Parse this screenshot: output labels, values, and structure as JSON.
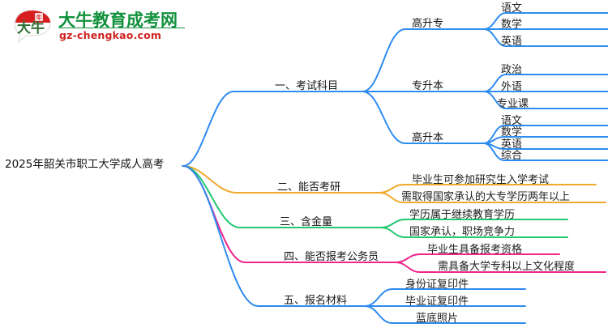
{
  "logo": {
    "mark_text": "大牛",
    "brand_cn": "大牛教育成考网",
    "brand_url": "gz-chengkao.com",
    "colors": {
      "brand_green": "#12913d",
      "brand_red": "#cf2222"
    }
  },
  "mindmap": {
    "root": {
      "label": "2025年韶关市职工大学成人高考"
    },
    "colors": {
      "branch1": "#2E8BF0",
      "branch2": "#F0A92B",
      "branch3": "#22C871",
      "branch4": "#F0248C",
      "branch5": "#2E8BF0"
    },
    "branches": [
      {
        "label": "一、考试科目",
        "color": "#2E8BF0",
        "subs": [
          {
            "label": "高升专",
            "leaves": [
              "语文",
              "数学",
              "英语"
            ]
          },
          {
            "label": "专升本",
            "leaves": [
              "政治",
              "外语",
              "专业课"
            ]
          },
          {
            "label": "高升本",
            "leaves": [
              "语文",
              "数学",
              "英语",
              "综合"
            ]
          }
        ]
      },
      {
        "label": "二、能否考研",
        "color": "#F0A92B",
        "leaves": [
          "毕业生可参加研究生入学考试",
          "需取得国家承认的大专学历两年以上"
        ]
      },
      {
        "label": "三、含金量",
        "color": "#22C871",
        "leaves": [
          "学历属于继续教育学历",
          "国家承认，职场竞争力"
        ]
      },
      {
        "label": "四、能否报考公务员",
        "color": "#F0248C",
        "leaves": [
          "毕业生具备报考资格",
          "需具备大学专科以上文化程度"
        ]
      },
      {
        "label": "五、报名材料",
        "color": "#2E8BF0",
        "leaves": [
          "身份证复印件",
          "毕业证复印件",
          "蓝底照片"
        ]
      }
    ]
  }
}
